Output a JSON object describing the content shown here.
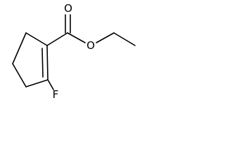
{
  "atoms": {
    "carbonyl_oxygen": "O",
    "ester_oxygen": "O",
    "fluorine": "F"
  },
  "colors": {
    "bond": "#000000",
    "label": "#000000",
    "background": "#ffffff"
  }
}
